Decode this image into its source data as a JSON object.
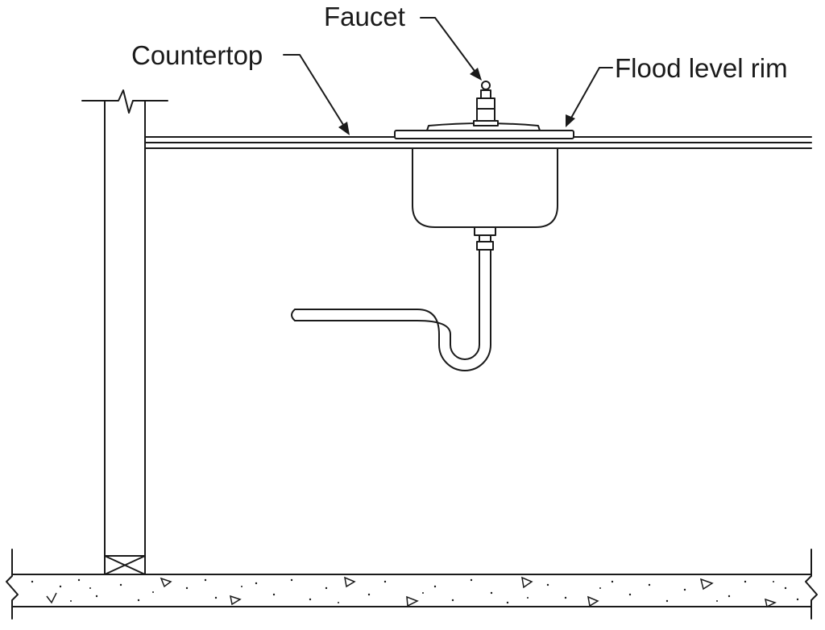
{
  "labels": {
    "faucet": "Faucet",
    "countertop": "Countertop",
    "flood_level_rim": "Flood level rim"
  }
}
